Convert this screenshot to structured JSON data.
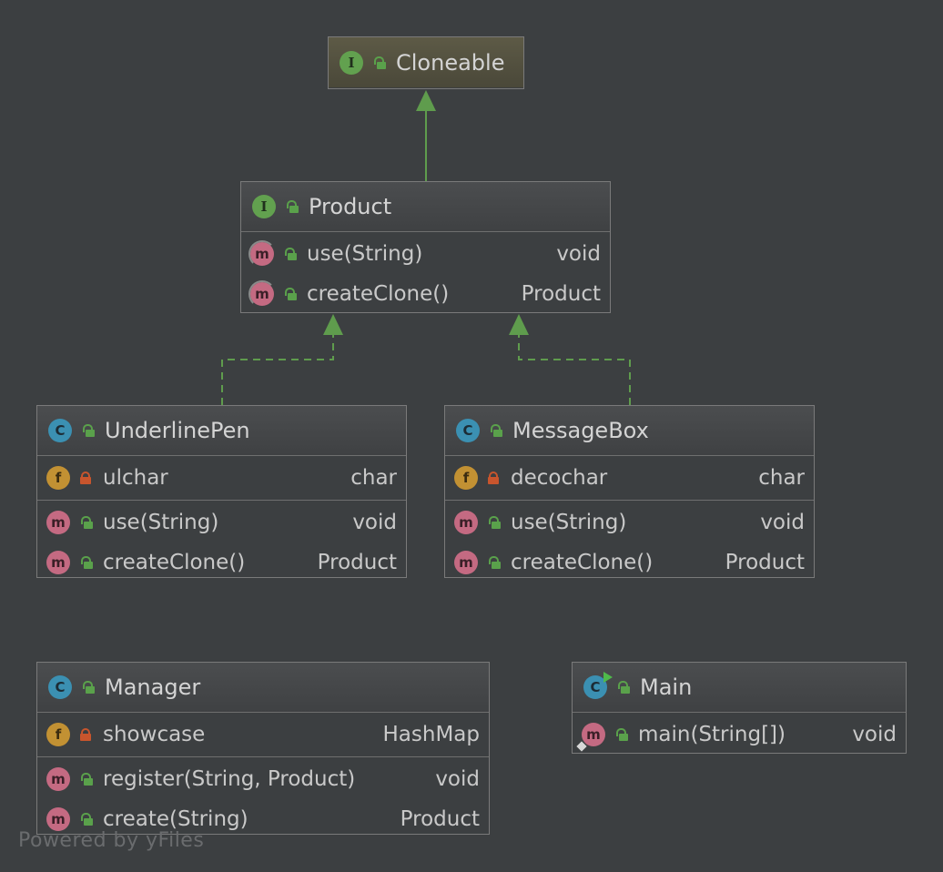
{
  "colors": {
    "background": "#3c3f41",
    "border": "#7a7a7a",
    "edge": "#5f9c4d",
    "interface_badge": "#62a14f",
    "class_badge": "#3b90b2",
    "method_badge": "#c46a82",
    "field_badge": "#c29133"
  },
  "nodes": {
    "cloneable": {
      "kind": "interface",
      "name": "Cloneable"
    },
    "product": {
      "kind": "interface",
      "name": "Product",
      "methods": [
        {
          "name": "use(String)",
          "type": "void"
        },
        {
          "name": "createClone()",
          "type": "Product"
        }
      ]
    },
    "underlinepen": {
      "kind": "class",
      "name": "UnderlinePen",
      "fields": [
        {
          "name": "ulchar",
          "type": "char"
        }
      ],
      "methods": [
        {
          "name": "use(String)",
          "type": "void"
        },
        {
          "name": "createClone()",
          "type": "Product"
        }
      ]
    },
    "messagebox": {
      "kind": "class",
      "name": "MessageBox",
      "fields": [
        {
          "name": "decochar",
          "type": "char"
        }
      ],
      "methods": [
        {
          "name": "use(String)",
          "type": "void"
        },
        {
          "name": "createClone()",
          "type": "Product"
        }
      ]
    },
    "manager": {
      "kind": "class",
      "name": "Manager",
      "fields": [
        {
          "name": "showcase",
          "type": "HashMap"
        }
      ],
      "methods": [
        {
          "name": "register(String, Product)",
          "type": "void"
        },
        {
          "name": "create(String)",
          "type": "Product"
        }
      ]
    },
    "main": {
      "kind": "class",
      "name": "Main",
      "methods": [
        {
          "name": "main(String[])",
          "type": "void"
        }
      ]
    }
  },
  "badges": {
    "interface": "I",
    "class": "C",
    "method": "m",
    "field": "f"
  },
  "icons": {
    "interface": "interface-icon",
    "class": "class-icon",
    "method": "method-icon",
    "field": "field-icon",
    "public": "unlocked-icon",
    "private": "locked-icon",
    "runnable": "run-icon"
  },
  "relations": [
    {
      "from": "Product",
      "to": "Cloneable",
      "type": "extends"
    },
    {
      "from": "UnderlinePen",
      "to": "Product",
      "type": "implements"
    },
    {
      "from": "MessageBox",
      "to": "Product",
      "type": "implements"
    }
  ],
  "watermark": "Powered by yFiles"
}
